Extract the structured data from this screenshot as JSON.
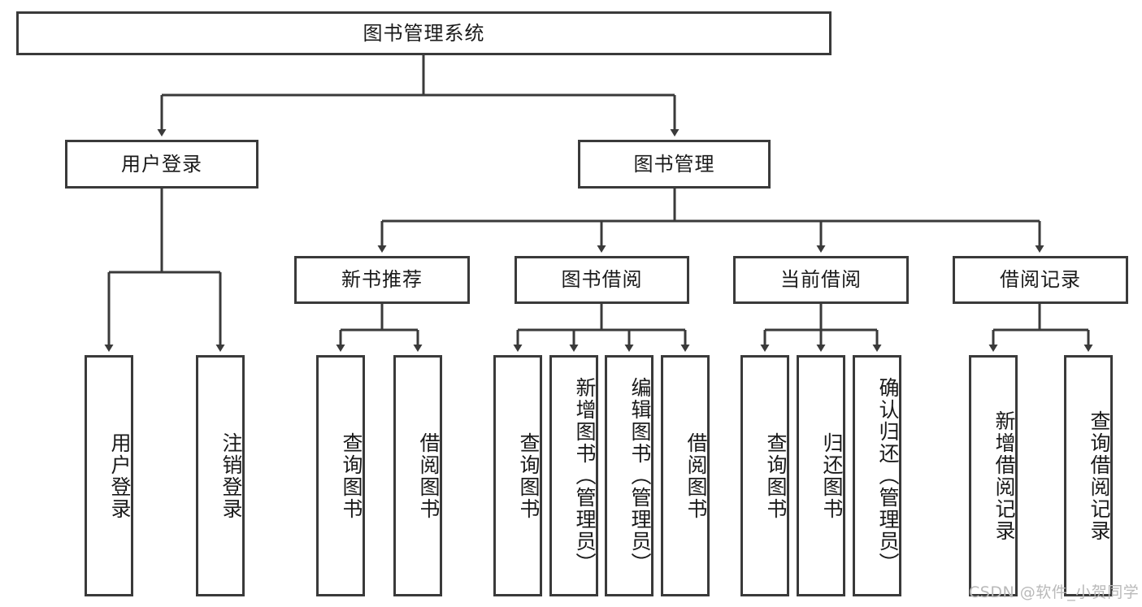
{
  "diagram": {
    "type": "tree",
    "title": "图书管理系统",
    "colors": {
      "stroke": "#3a3a3a",
      "fill": "#ffffff",
      "text": "#1a1a1a",
      "watermark": "#b9b9b9"
    },
    "levels": {
      "root": {
        "label": "图书管理系统"
      },
      "level2": [
        {
          "id": "user-login",
          "label": "用户登录"
        },
        {
          "id": "book-manage",
          "label": "图书管理"
        }
      ],
      "level3": [
        {
          "id": "new-book-recommend",
          "label": "新书推荐"
        },
        {
          "id": "book-borrow",
          "label": "图书借阅"
        },
        {
          "id": "current-borrow",
          "label": "当前借阅"
        },
        {
          "id": "borrow-record",
          "label": "借阅记录"
        }
      ],
      "leaves": {
        "user_login": [
          {
            "id": "leaf-user-login",
            "label": "用户登录"
          },
          {
            "id": "leaf-user-logout",
            "label": "注销登录"
          }
        ],
        "new_book_recommend": [
          {
            "id": "leaf-query-book-1",
            "label": "查询图书"
          },
          {
            "id": "leaf-borrow-book-1",
            "label": "借阅图书"
          }
        ],
        "book_borrow": [
          {
            "id": "leaf-query-book-2",
            "label": "查询图书"
          },
          {
            "id": "leaf-add-book",
            "label": "新增图书（管理员）"
          },
          {
            "id": "leaf-edit-book",
            "label": "编辑图书（管理员）"
          },
          {
            "id": "leaf-borrow-book-2",
            "label": "借阅图书"
          }
        ],
        "current_borrow": [
          {
            "id": "leaf-query-book-3",
            "label": "查询图书"
          },
          {
            "id": "leaf-return-book",
            "label": "归还图书"
          },
          {
            "id": "leaf-confirm-return",
            "label": "确认归还（管理员）"
          }
        ],
        "borrow_record": [
          {
            "id": "leaf-add-record",
            "label": "新增借阅记录"
          },
          {
            "id": "leaf-query-record",
            "label": "查询借阅记录"
          }
        ]
      }
    }
  },
  "watermark": {
    "text": "CSDN @软件_小贺同学"
  }
}
